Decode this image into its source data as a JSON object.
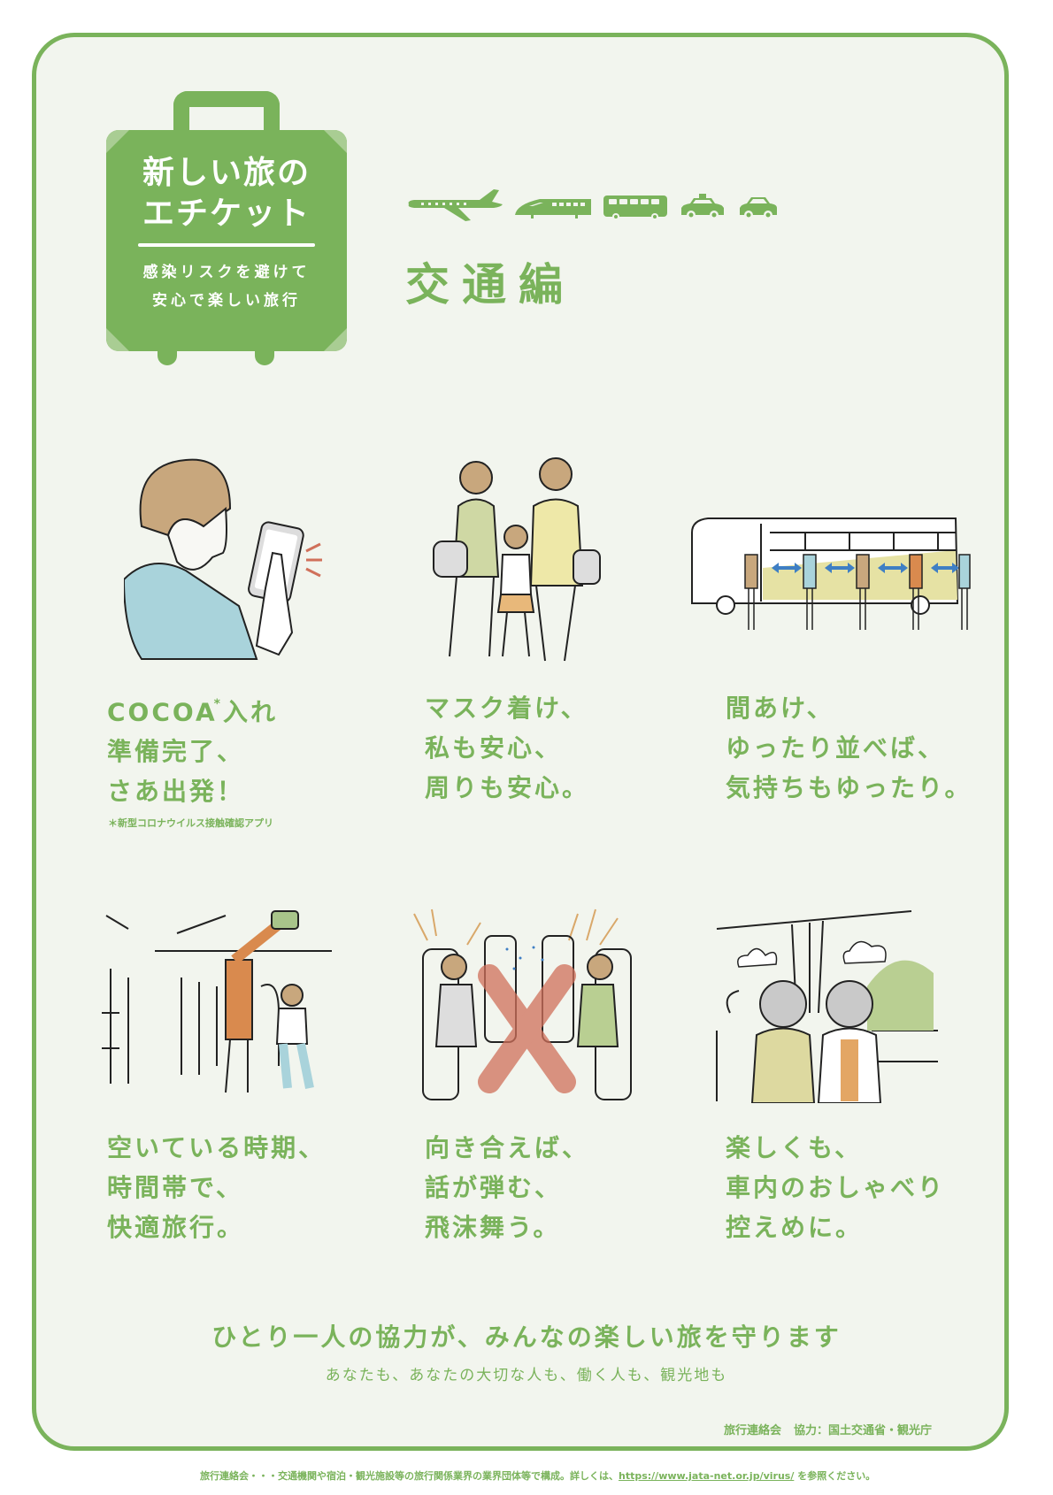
{
  "poster": {
    "suitcase": {
      "title_line1": "新しい旅の",
      "title_line2": "エチケット",
      "subtitle_line1": "感染リスクを避けて",
      "subtitle_line2": "安心で楽しい旅行"
    },
    "transport_icons": [
      "airplane-icon",
      "bullet-train-icon",
      "bus-icon",
      "taxi-icon",
      "car-icon"
    ],
    "section_title": "交通編",
    "tips": [
      {
        "lines": [
          "COCOA",
          "準備完了、",
          "さあ出発！"
        ],
        "line1_suffix": "入れ",
        "asterisk": "*",
        "illustration": "person-using-smartphone-app"
      },
      {
        "lines": [
          "マスク着け、",
          "私も安心、",
          "周りも安心。"
        ],
        "illustration": "family-wearing-masks"
      },
      {
        "lines": [
          "間あけ、",
          "ゆったり並べば、",
          "気持ちもゆったり。"
        ],
        "illustration": "queue-at-bus-with-distance-arrows"
      },
      {
        "lines": [
          "空いている時期、",
          "時間帯で、",
          "快適旅行。"
        ],
        "illustration": "train-cabin-empty-seats"
      },
      {
        "lines": [
          "向き合えば、",
          "話が弾む、",
          "飛沫舞う。"
        ],
        "illustration": "facing-passengers-crossed-out"
      },
      {
        "lines": [
          "楽しくも、",
          "車内のおしゃべり",
          "控えめに。"
        ],
        "illustration": "masked-passengers-quiet"
      }
    ],
    "footnote": "＊新型コロナウイルス接触確認アプリ",
    "slogan": "ひとり一人の協力が、みんなの楽しい旅を守ります",
    "slogan_sub": "あなたも、あなたの大切な人も、働く人も、観光地も",
    "credits": {
      "organization": "旅行連絡会",
      "cooperation": "協力：国土交通省・観光庁"
    },
    "footer_note": {
      "text_before": "旅行連絡会・・・交通機関や宿泊・観光施設等の旅行関係業界の業界団体等で構成。詳しくは、",
      "url": "https://www.jata-net.or.jp/virus/",
      "text_after": " を参照ください。"
    }
  },
  "colors": {
    "brand_green": "#7ab35b",
    "light_green": "#a9cd93",
    "background": "#f2f5ee",
    "accent_orange": "#d98a4e",
    "accent_blue": "#a9d3db",
    "arrow_blue": "#3f7fc4",
    "cross_red": "#d0705a"
  }
}
